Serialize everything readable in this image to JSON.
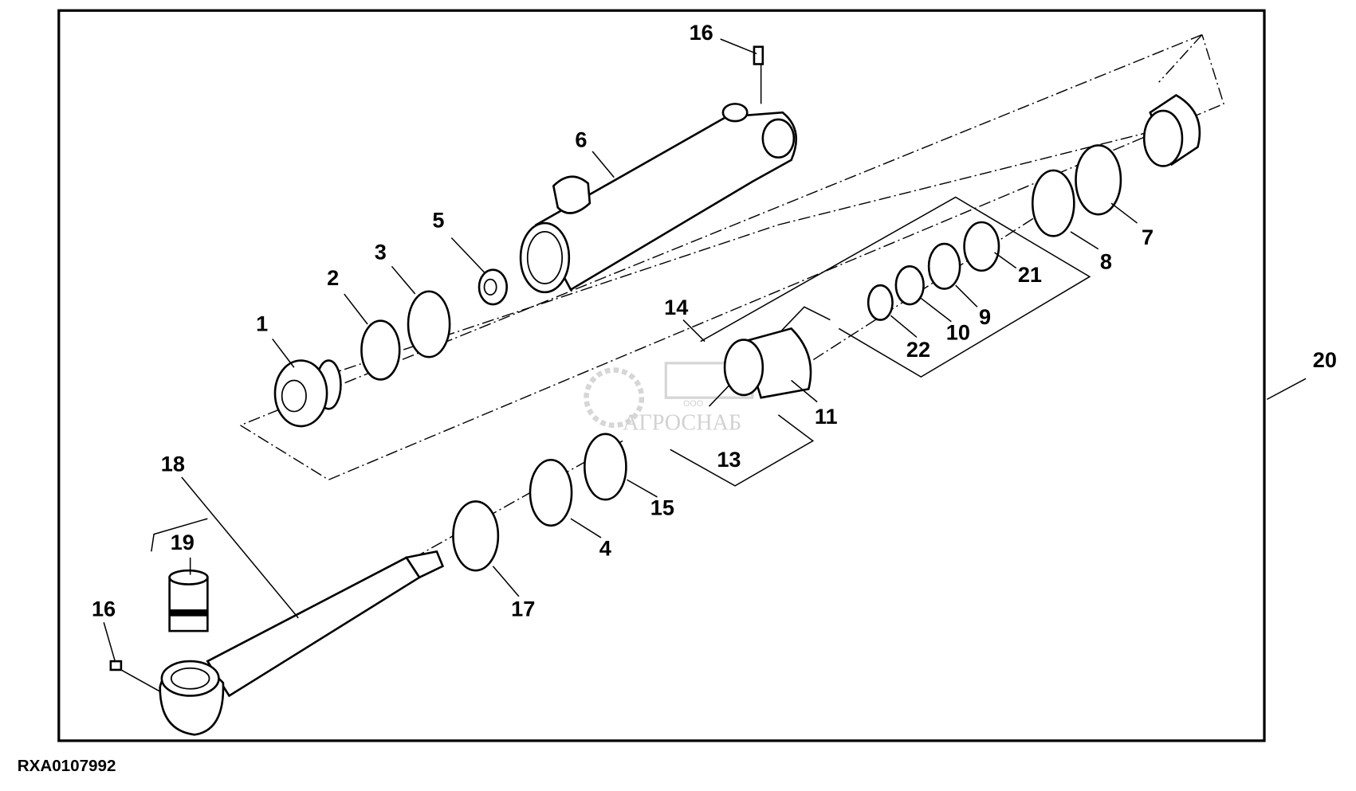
{
  "diagram": {
    "figure_code": "RXA0107992",
    "watermark": {
      "company": "АГРОСНАБ",
      "prefix": "ООО"
    },
    "callouts": [
      "1",
      "2",
      "3",
      "4",
      "5",
      "6",
      "7",
      "8",
      "9",
      "10",
      "11",
      "13",
      "14",
      "15",
      "16",
      "16",
      "17",
      "18",
      "19",
      "20",
      "21",
      "22"
    ]
  }
}
